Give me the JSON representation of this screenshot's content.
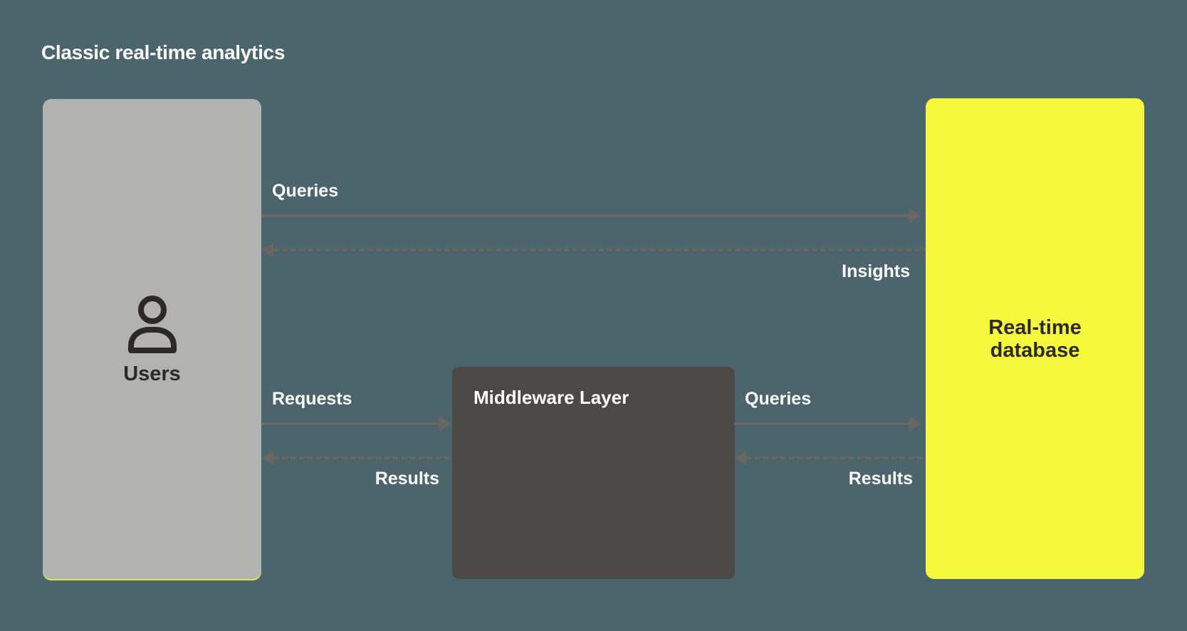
{
  "title": "Classic real-time analytics",
  "nodes": {
    "users": {
      "label": "Users",
      "icon": "user-icon"
    },
    "middleware": {
      "label": "Middleware Layer"
    },
    "database": {
      "label": "Real-time database"
    }
  },
  "flows": {
    "users_to_database": {
      "label": "Queries",
      "style": "solid",
      "direction": "right"
    },
    "database_to_users": {
      "label": "Insights",
      "style": "dashed",
      "direction": "left"
    },
    "users_to_middleware": {
      "label": "Requests",
      "style": "solid",
      "direction": "right"
    },
    "middleware_to_users": {
      "label": "Results",
      "style": "dashed",
      "direction": "left"
    },
    "middleware_to_database": {
      "label": "Queries",
      "style": "solid",
      "direction": "right"
    },
    "database_to_middleware": {
      "label": "Results",
      "style": "dashed",
      "direction": "left"
    }
  },
  "colors": {
    "background": "#4c656c",
    "users_box": "#b2b2b1",
    "middleware_box": "#4b4846",
    "database_box": "#f6f83e",
    "arrow": "#6b6661",
    "label_text": "#ffffff",
    "dark_text": "#2d2a26"
  }
}
